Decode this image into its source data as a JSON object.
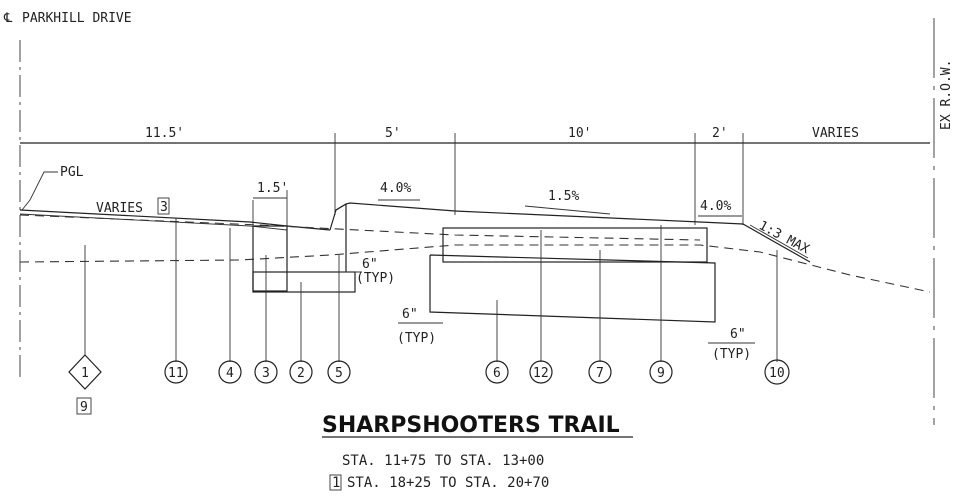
{
  "header": {
    "centerline_symbol": "℄",
    "centerline_label": "PARKHILL DRIVE",
    "row_label": "EX R.O.W."
  },
  "dimensions": {
    "d1": "11.5'",
    "d2": "5'",
    "d3": "10'",
    "d4": "2'",
    "d5": "VARIES",
    "d6": "1.5'"
  },
  "labels": {
    "pgl": "PGL",
    "varies": "VARIES",
    "varies_tag": "3",
    "slope1": "4.0%",
    "slope2": "1.5%",
    "slope3": "4.0%",
    "slope4": "1:3 MAX",
    "six_a": "6\"",
    "typ_a": "(TYP)",
    "six_b": "6\"",
    "typ_b": "(TYP)",
    "six_c": "6\"",
    "typ_c": "(TYP)"
  },
  "callouts": {
    "diamond": "1",
    "diamond_tag": "9",
    "c11": "11",
    "c4": "4",
    "c3": "3",
    "c2": "2",
    "c5": "5",
    "c6": "6",
    "c12": "12",
    "c7": "7",
    "c9": "9",
    "c10": "10"
  },
  "footer": {
    "title": "SHARPSHOOTERS TRAIL",
    "line1": "STA. 11+75 TO STA. 13+00",
    "line2_tag": "1",
    "line2": "STA. 18+25 TO STA. 20+70"
  }
}
